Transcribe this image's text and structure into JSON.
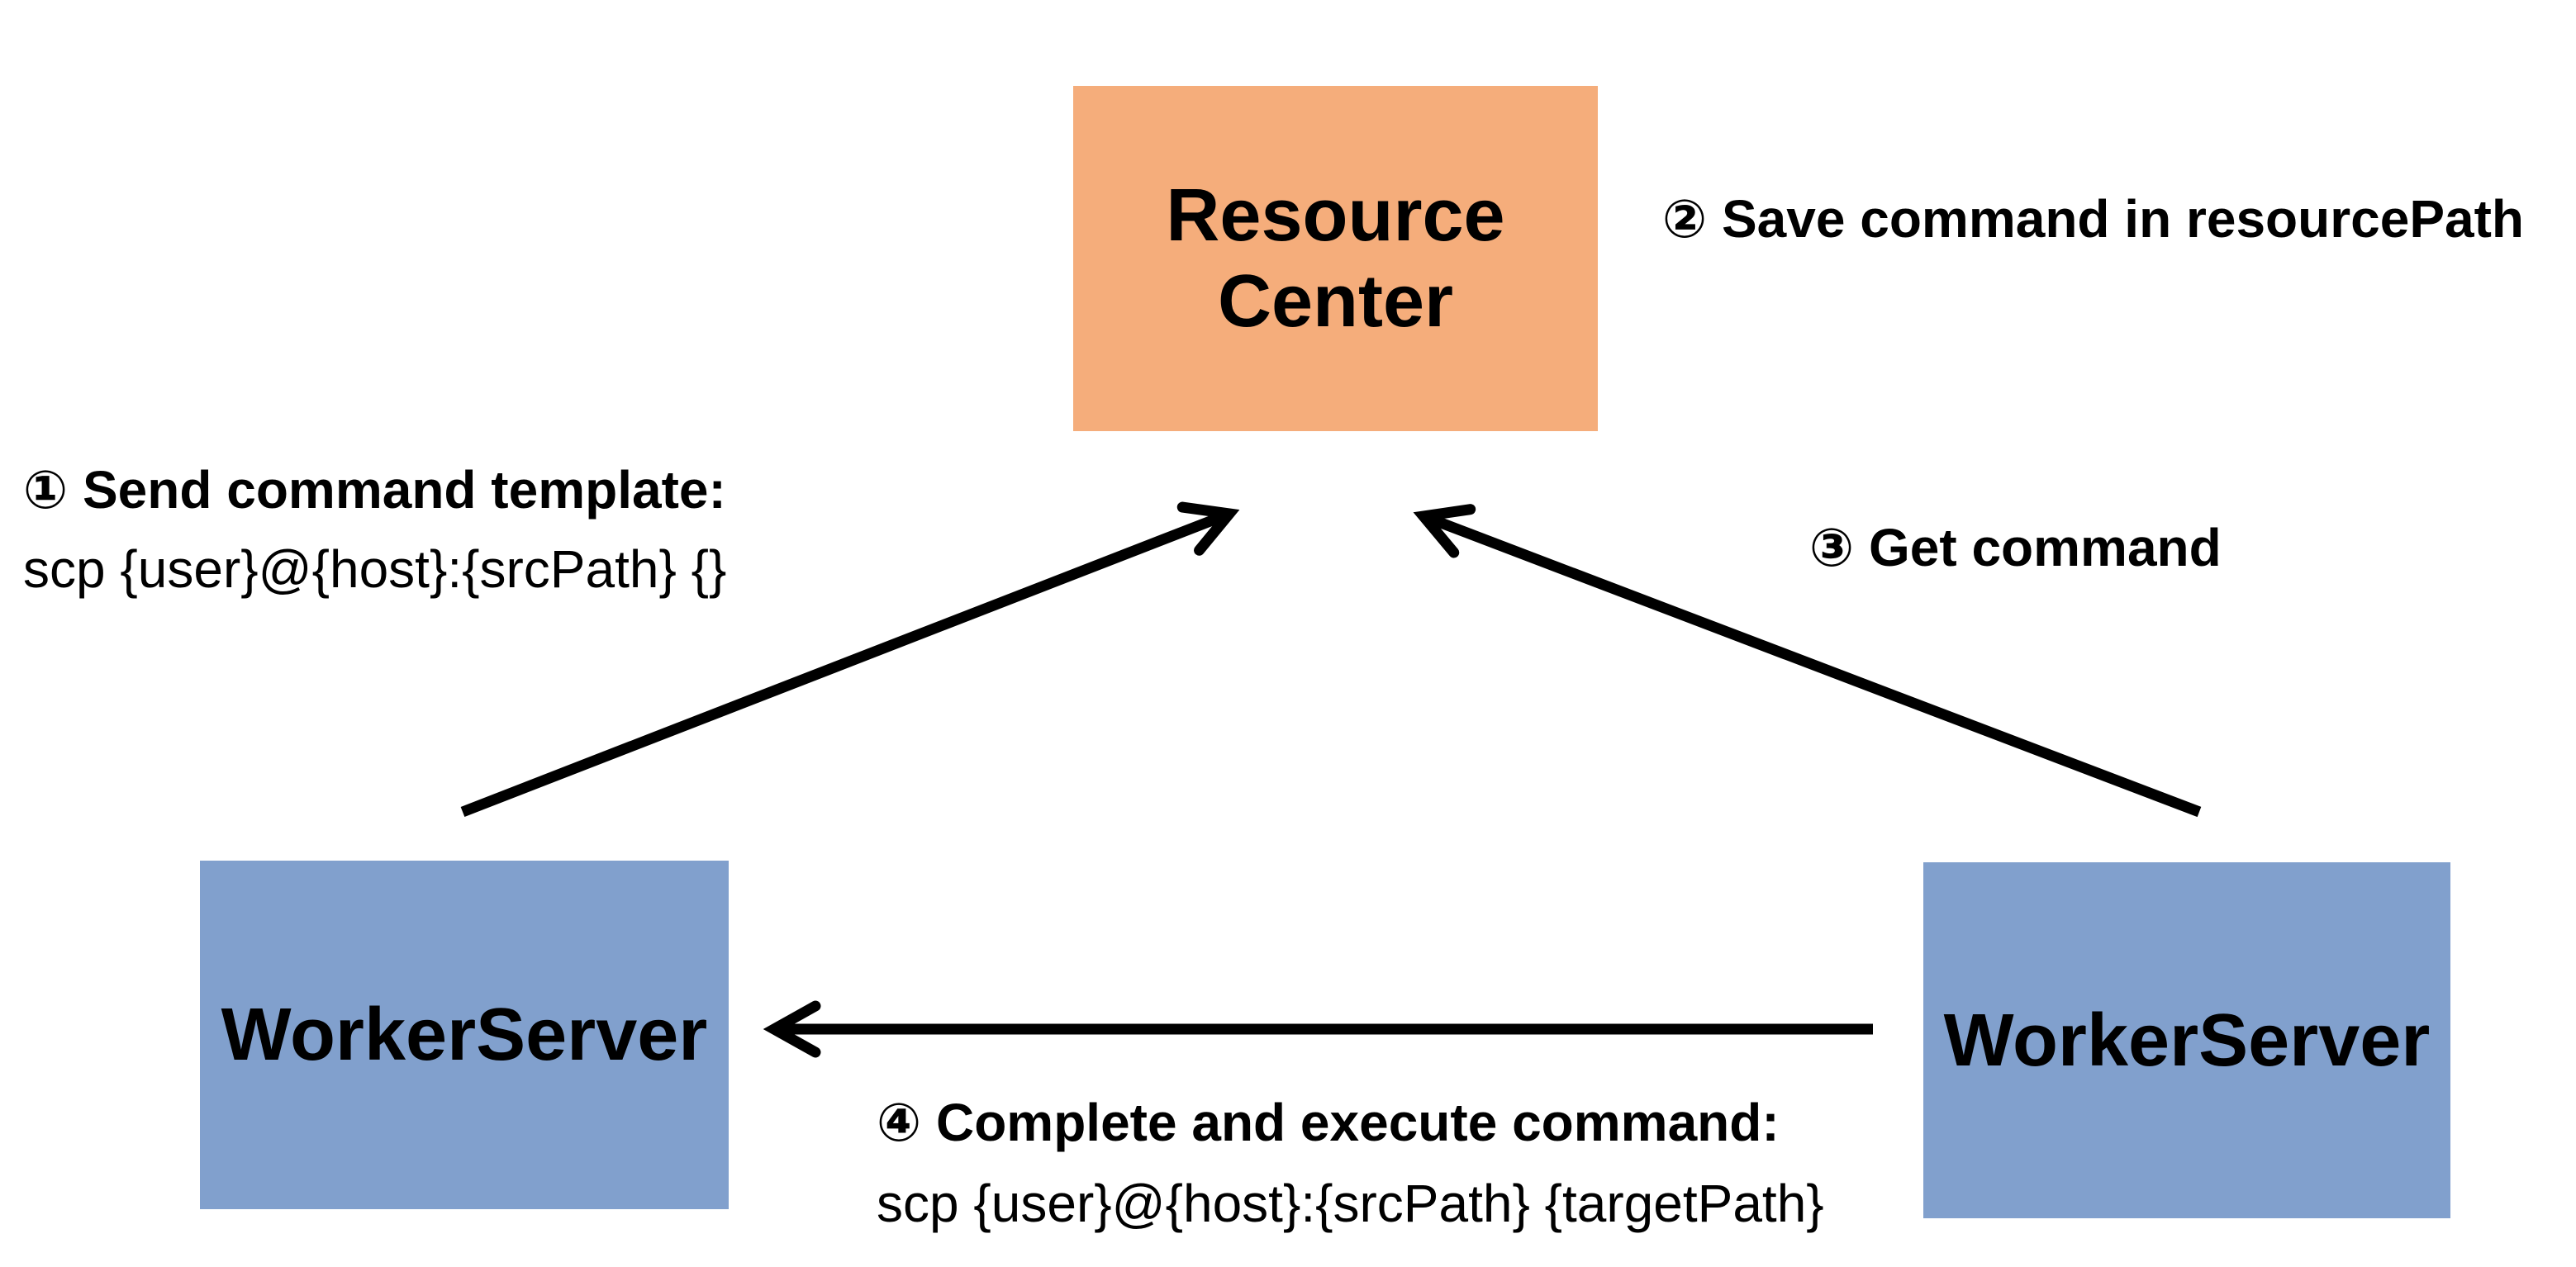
{
  "diagram": {
    "nodes": {
      "resource_center": {
        "line1": "Resource",
        "line2": "Center"
      },
      "worker_left": {
        "label": "WorkerServer"
      },
      "worker_right": {
        "label": "WorkerServer"
      }
    },
    "steps": {
      "step1": {
        "title": "① Send command template:",
        "command": "scp {user}@{host}:{srcPath} {}"
      },
      "step2": {
        "title": "② Save command in resourcePath"
      },
      "step3": {
        "title": "③ Get command"
      },
      "step4": {
        "title": "④ Complete and execute command:",
        "command": "scp {user}@{host}:{srcPath} {targetPath}"
      }
    },
    "colors": {
      "resource_box": "#F5AD7B",
      "worker_box": "#81A0CD",
      "arrow": "#000000",
      "text": "#000000",
      "background": "#FFFFFF"
    }
  }
}
